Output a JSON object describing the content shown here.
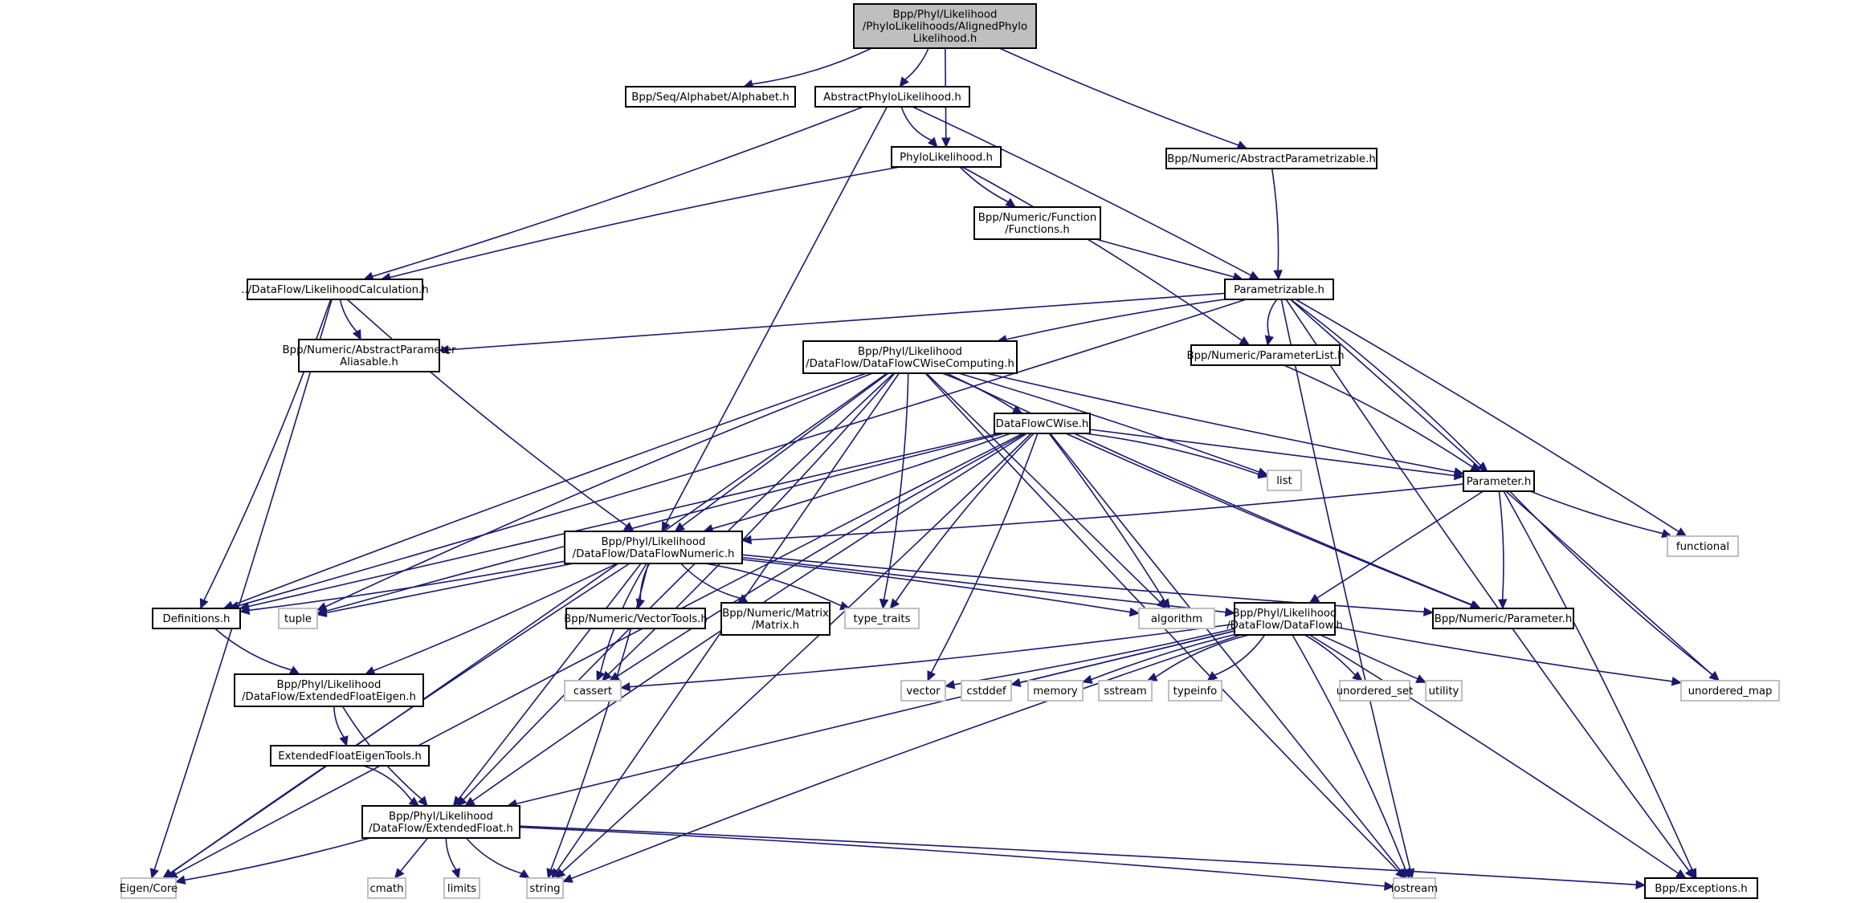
{
  "title": "Bpp/Phyl/Likelihood/PhyloLikelihoods/AlignedPhyloLikelihood.h include dependency graph",
  "colors": {
    "edge": "#191970",
    "root_fill": "#bfbfbf",
    "node_border": "#000000",
    "external_border": "#bfbfbf"
  },
  "nodes": [
    {
      "id": "root",
      "lines": [
        "Bpp/Phyl/Likelihood",
        "/PhyloLikelihoods/AlignedPhylo",
        "Likelihood.h"
      ],
      "kind": "root"
    },
    {
      "id": "alphabet",
      "lines": [
        "Bpp/Seq/Alphabet/Alphabet.h"
      ],
      "kind": "internal"
    },
    {
      "id": "abstractphylo",
      "lines": [
        "AbstractPhyloLikelihood.h"
      ],
      "kind": "internal"
    },
    {
      "id": "phylolik",
      "lines": [
        "PhyloLikelihood.h"
      ],
      "kind": "internal"
    },
    {
      "id": "abstractparam",
      "lines": [
        "Bpp/Numeric/AbstractParametrizable.h"
      ],
      "kind": "internal"
    },
    {
      "id": "functions",
      "lines": [
        "Bpp/Numeric/Function",
        "/Functions.h"
      ],
      "kind": "internal"
    },
    {
      "id": "likcalc",
      "lines": [
        "../DataFlow/LikelihoodCalculation.h"
      ],
      "kind": "internal"
    },
    {
      "id": "parametrizable",
      "lines": [
        "Parametrizable.h"
      ],
      "kind": "internal"
    },
    {
      "id": "aliasable",
      "lines": [
        "Bpp/Numeric/AbstractParameter",
        "Aliasable.h"
      ],
      "kind": "internal"
    },
    {
      "id": "cwisecomp",
      "lines": [
        "Bpp/Phyl/Likelihood",
        "/DataFlow/DataFlowCWiseComputing.h"
      ],
      "kind": "internal"
    },
    {
      "id": "paramlist",
      "lines": [
        "Bpp/Numeric/ParameterList.h"
      ],
      "kind": "internal"
    },
    {
      "id": "cwise",
      "lines": [
        "DataFlowCWise.h"
      ],
      "kind": "internal"
    },
    {
      "id": "list",
      "lines": [
        "list"
      ],
      "kind": "external"
    },
    {
      "id": "parameter",
      "lines": [
        "Parameter.h"
      ],
      "kind": "internal"
    },
    {
      "id": "functional",
      "lines": [
        "functional"
      ],
      "kind": "external"
    },
    {
      "id": "numeric",
      "lines": [
        "Bpp/Phyl/Likelihood",
        "/DataFlow/DataFlowNumeric.h"
      ],
      "kind": "internal"
    },
    {
      "id": "definitions",
      "lines": [
        "Definitions.h"
      ],
      "kind": "internal"
    },
    {
      "id": "tuple",
      "lines": [
        "tuple"
      ],
      "kind": "external"
    },
    {
      "id": "vectortools",
      "lines": [
        "Bpp/Numeric/VectorTools.h"
      ],
      "kind": "internal"
    },
    {
      "id": "matrix",
      "lines": [
        "Bpp/Numeric/Matrix",
        "/Matrix.h"
      ],
      "kind": "internal"
    },
    {
      "id": "typetraits",
      "lines": [
        "type_traits"
      ],
      "kind": "external"
    },
    {
      "id": "algorithm",
      "lines": [
        "algorithm"
      ],
      "kind": "external"
    },
    {
      "id": "dataflow",
      "lines": [
        "Bpp/Phyl/Likelihood",
        "/DataFlow/DataFlow.h"
      ],
      "kind": "internal"
    },
    {
      "id": "numparameter",
      "lines": [
        "Bpp/Numeric/Parameter.h"
      ],
      "kind": "internal"
    },
    {
      "id": "cassert",
      "lines": [
        "cassert"
      ],
      "kind": "external"
    },
    {
      "id": "vector",
      "lines": [
        "vector"
      ],
      "kind": "external"
    },
    {
      "id": "cstddef",
      "lines": [
        "cstddef"
      ],
      "kind": "external"
    },
    {
      "id": "memory",
      "lines": [
        "memory"
      ],
      "kind": "external"
    },
    {
      "id": "sstream",
      "lines": [
        "sstream"
      ],
      "kind": "external"
    },
    {
      "id": "typeinfo",
      "lines": [
        "typeinfo"
      ],
      "kind": "external"
    },
    {
      "id": "unordered_set",
      "lines": [
        "unordered_set"
      ],
      "kind": "external"
    },
    {
      "id": "utility",
      "lines": [
        "utility"
      ],
      "kind": "external"
    },
    {
      "id": "unordered_map",
      "lines": [
        "unordered_map"
      ],
      "kind": "external"
    },
    {
      "id": "efeigen",
      "lines": [
        "Bpp/Phyl/Likelihood",
        "/DataFlow/ExtendedFloatEigen.h"
      ],
      "kind": "internal"
    },
    {
      "id": "efeigentools",
      "lines": [
        "ExtendedFloatEigenTools.h"
      ],
      "kind": "internal"
    },
    {
      "id": "extfloat",
      "lines": [
        "Bpp/Phyl/Likelihood",
        "/DataFlow/ExtendedFloat.h"
      ],
      "kind": "internal"
    },
    {
      "id": "eigencore",
      "lines": [
        "Eigen/Core"
      ],
      "kind": "external"
    },
    {
      "id": "cmath",
      "lines": [
        "cmath"
      ],
      "kind": "external"
    },
    {
      "id": "limits",
      "lines": [
        "limits"
      ],
      "kind": "external"
    },
    {
      "id": "string",
      "lines": [
        "string"
      ],
      "kind": "external"
    },
    {
      "id": "iostream",
      "lines": [
        "iostream"
      ],
      "kind": "external"
    },
    {
      "id": "exceptions",
      "lines": [
        "Bpp/Exceptions.h"
      ],
      "kind": "internal"
    }
  ],
  "edges": [
    [
      "root",
      "alphabet"
    ],
    [
      "root",
      "abstractphylo"
    ],
    [
      "root",
      "phylolik"
    ],
    [
      "root",
      "abstractparam"
    ],
    [
      "abstractphylo",
      "phylolik"
    ],
    [
      "abstractphylo",
      "likcalc"
    ],
    [
      "abstractphylo",
      "parametrizable"
    ],
    [
      "abstractphylo",
      "numeric"
    ],
    [
      "phylolik",
      "functions"
    ],
    [
      "phylolik",
      "likcalc"
    ],
    [
      "phylolik",
      "paramlist"
    ],
    [
      "abstractparam",
      "parametrizable"
    ],
    [
      "functions",
      "parametrizable"
    ],
    [
      "likcalc",
      "aliasable"
    ],
    [
      "likcalc",
      "numeric"
    ],
    [
      "likcalc",
      "definitions"
    ],
    [
      "likcalc",
      "eigencore"
    ],
    [
      "parametrizable",
      "aliasable"
    ],
    [
      "parametrizable",
      "cwisecomp"
    ],
    [
      "parametrizable",
      "paramlist"
    ],
    [
      "parametrizable",
      "parameter"
    ],
    [
      "parametrizable",
      "functional"
    ],
    [
      "parametrizable",
      "unordered_map"
    ],
    [
      "parametrizable",
      "iostream"
    ],
    [
      "parametrizable",
      "exceptions"
    ],
    [
      "parametrizable",
      "definitions"
    ],
    [
      "cwisecomp",
      "cwise"
    ],
    [
      "cwisecomp",
      "numeric"
    ],
    [
      "cwisecomp",
      "definitions"
    ],
    [
      "cwisecomp",
      "tuple"
    ],
    [
      "cwisecomp",
      "typetraits"
    ],
    [
      "cwisecomp",
      "list"
    ],
    [
      "cwisecomp",
      "algorithm"
    ],
    [
      "cwisecomp",
      "parameter"
    ],
    [
      "cwisecomp",
      "numparameter"
    ],
    [
      "cwisecomp",
      "cassert"
    ],
    [
      "cwisecomp",
      "eigencore"
    ],
    [
      "cwisecomp",
      "string"
    ],
    [
      "cwisecomp",
      "iostream"
    ],
    [
      "cwisecomp",
      "extfloat"
    ],
    [
      "paramlist",
      "parameter"
    ],
    [
      "cwise",
      "numeric"
    ],
    [
      "cwise",
      "definitions"
    ],
    [
      "cwise",
      "tuple"
    ],
    [
      "cwise",
      "typetraits"
    ],
    [
      "cwise",
      "list"
    ],
    [
      "cwise",
      "algorithm"
    ],
    [
      "cwise",
      "parameter"
    ],
    [
      "cwise",
      "numparameter"
    ],
    [
      "cwise",
      "cassert"
    ],
    [
      "cwise",
      "vector"
    ],
    [
      "cwise",
      "string"
    ],
    [
      "cwise",
      "iostream"
    ],
    [
      "cwise",
      "eigencore"
    ],
    [
      "cwise",
      "extfloat"
    ],
    [
      "parameter",
      "numeric"
    ],
    [
      "parameter",
      "numparameter"
    ],
    [
      "parameter",
      "dataflow"
    ],
    [
      "parameter",
      "functional"
    ],
    [
      "parameter",
      "unordered_map"
    ],
    [
      "parameter",
      "exceptions"
    ],
    [
      "numeric",
      "definitions"
    ],
    [
      "numeric",
      "tuple"
    ],
    [
      "numeric",
      "vectortools"
    ],
    [
      "numeric",
      "matrix"
    ],
    [
      "numeric",
      "typetraits"
    ],
    [
      "numeric",
      "algorithm"
    ],
    [
      "numeric",
      "dataflow"
    ],
    [
      "numeric",
      "numparameter"
    ],
    [
      "numeric",
      "cassert"
    ],
    [
      "numeric",
      "string"
    ],
    [
      "numeric",
      "efeigen"
    ],
    [
      "numeric",
      "extfloat"
    ],
    [
      "numeric",
      "eigencore"
    ],
    [
      "definitions",
      "efeigen"
    ],
    [
      "dataflow",
      "cassert"
    ],
    [
      "dataflow",
      "vector"
    ],
    [
      "dataflow",
      "cstddef"
    ],
    [
      "dataflow",
      "memory"
    ],
    [
      "dataflow",
      "sstream"
    ],
    [
      "dataflow",
      "typeinfo"
    ],
    [
      "dataflow",
      "unordered_set"
    ],
    [
      "dataflow",
      "utility"
    ],
    [
      "dataflow",
      "unordered_map"
    ],
    [
      "dataflow",
      "string"
    ],
    [
      "dataflow",
      "iostream"
    ],
    [
      "dataflow",
      "exceptions"
    ],
    [
      "dataflow",
      "extfloat"
    ],
    [
      "efeigen",
      "efeigentools"
    ],
    [
      "efeigen",
      "extfloat"
    ],
    [
      "efeigentools",
      "extfloat"
    ],
    [
      "extfloat",
      "eigencore"
    ],
    [
      "extfloat",
      "cmath"
    ],
    [
      "extfloat",
      "limits"
    ],
    [
      "extfloat",
      "string"
    ],
    [
      "extfloat",
      "iostream"
    ],
    [
      "extfloat",
      "exceptions"
    ]
  ]
}
